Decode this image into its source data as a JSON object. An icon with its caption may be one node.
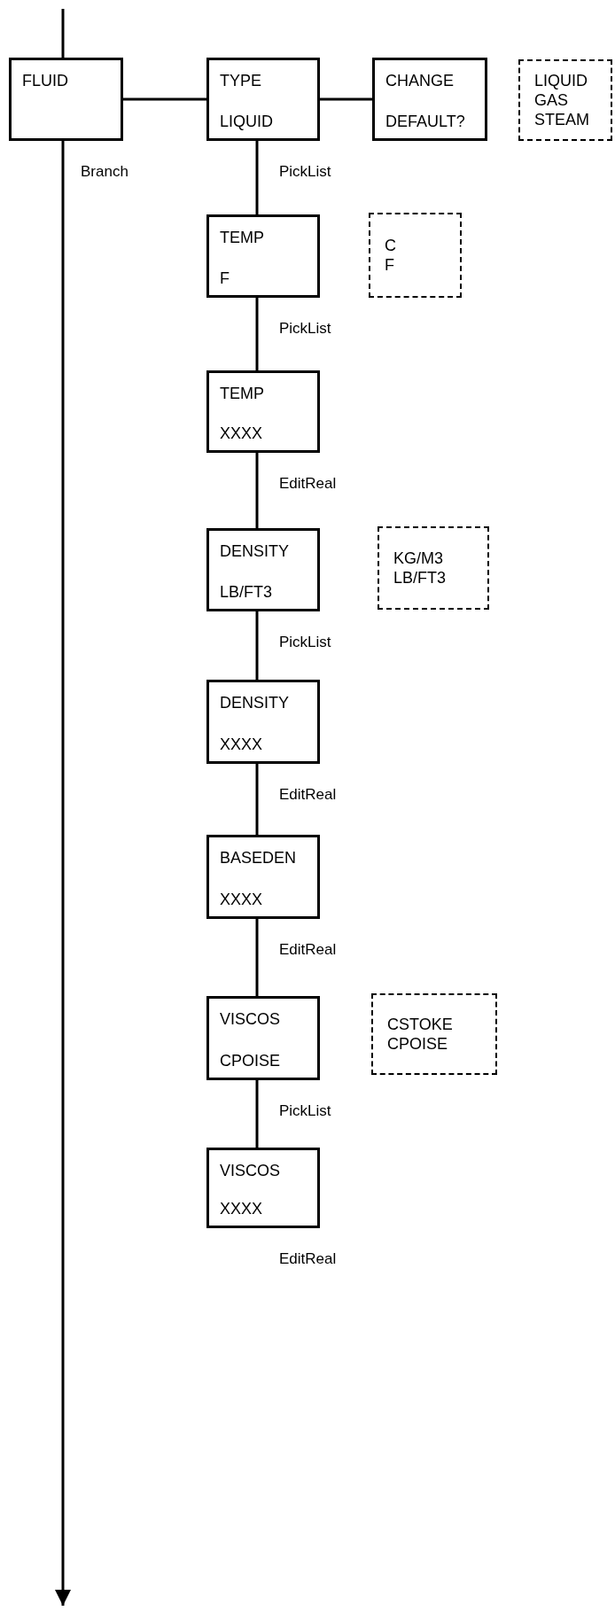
{
  "diagram": {
    "nodes": [
      {
        "text": [
          "FLUID"
        ]
      },
      {
        "text": [
          "TYPE",
          "LIQUID"
        ]
      },
      {
        "text": [
          "CHANGE",
          "DEFAULT?"
        ]
      },
      {
        "text": [
          "LIQUID",
          "GAS",
          "STEAM"
        ]
      },
      {
        "text": [
          "TEMP",
          "F"
        ]
      },
      {
        "text": [
          "C",
          "F"
        ]
      },
      {
        "text": [
          "TEMP",
          "XXXX"
        ]
      },
      {
        "text": [
          "DENSITY",
          "LB/FT3"
        ]
      },
      {
        "text": [
          "KG/M3",
          "LB/FT3"
        ]
      },
      {
        "text": [
          "DENSITY",
          "XXXX"
        ]
      },
      {
        "text": [
          "BASEDEN",
          "XXXX"
        ]
      },
      {
        "text": [
          "VISCOS",
          "CPOISE"
        ]
      },
      {
        "text": [
          "CSTOKE",
          "CPOISE"
        ]
      },
      {
        "text": [
          "VISCOS",
          "XXXX"
        ],
        "beside": [
          "EditReal"
        ]
      }
    ],
    "edges": [
      {
        "from": null,
        "to": 0,
        "arrow": "none"
      },
      {
        "from": 0,
        "to": null,
        "arrow": "to",
        "label": "Branch"
      },
      {
        "from": 0,
        "to": 1,
        "arrow": "none"
      },
      {
        "from": 1,
        "to": 2,
        "arrow": "none"
      },
      {
        "from": 1,
        "to": 4,
        "arrow": "none",
        "label": "PickList"
      },
      {
        "from": 4,
        "to": 6,
        "arrow": "none",
        "label": "PickList"
      },
      {
        "from": 6,
        "to": 7,
        "arrow": "none",
        "label": "EditReal"
      },
      {
        "from": 7,
        "to": 9,
        "arrow": "none",
        "label": "PickList"
      },
      {
        "from": 9,
        "to": 10,
        "arrow": "none",
        "label": "EditReal"
      },
      {
        "from": 10,
        "to": 11,
        "arrow": "none",
        "label": "EditReal"
      },
      {
        "from": 11,
        "to": 13,
        "arrow": "none",
        "label": "PickList"
      }
    ]
  }
}
